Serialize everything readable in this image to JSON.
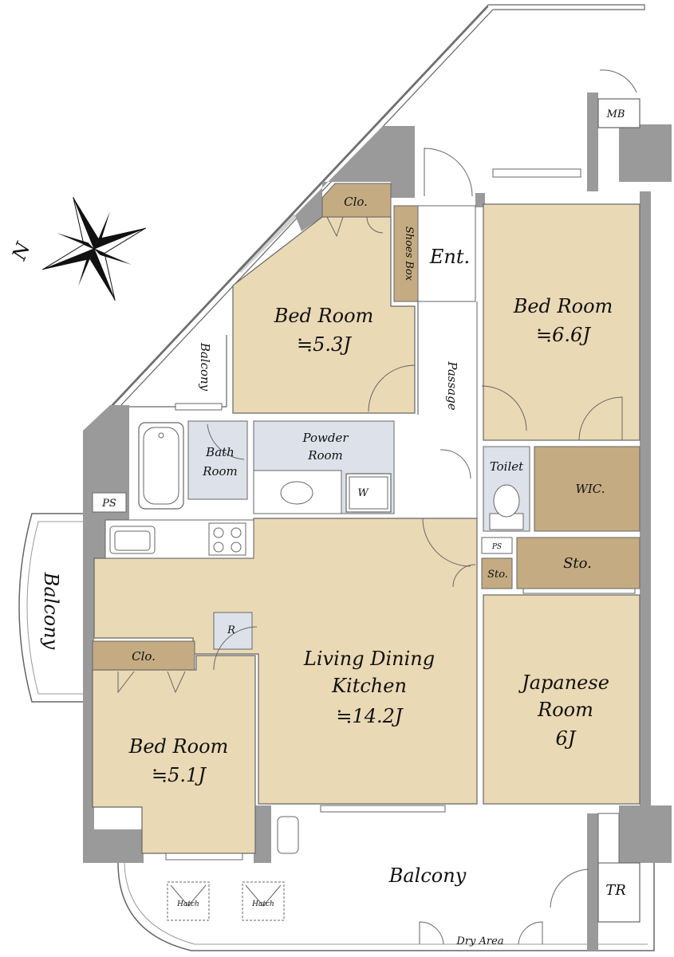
{
  "colors": {
    "room": "#ead9b5",
    "wet": "#dde1ea",
    "storage": "#c4ab82",
    "exterior": "#ffffff",
    "wall": "#9a9a9a",
    "line": "#666666"
  },
  "compass": {
    "label": "N",
    "icon": "compass-rose-icon"
  },
  "rooms": {
    "bed_ne": {
      "name": "Bed Room",
      "size": "≒6.6J"
    },
    "bed_nw": {
      "name": "Bed Room",
      "size": "≒5.3J"
    },
    "bed_sw": {
      "name": "Bed Room",
      "size": "≒5.1J"
    },
    "ldk": {
      "line1": "Living Dining",
      "line2": "Kitchen",
      "size": "≒14.2J"
    },
    "japanese": {
      "line1": "Japanese",
      "line2": "Room",
      "size": "6J"
    },
    "bath": {
      "line1": "Bath",
      "line2": "Room"
    },
    "powder": {
      "line1": "Powder",
      "line2": "Room"
    },
    "toilet": "Toilet",
    "wic": "WIC.",
    "sto_big": "Sto.",
    "sto_small": "Sto.",
    "clo_nw": "Clo.",
    "clo_sw": "Clo.",
    "shoes_box": "Shoes Box",
    "entrance": "Ent.",
    "passage": "Passage",
    "mb": "MB",
    "tr": "TR",
    "ps_west": "PS",
    "ps_center": "PS",
    "washer": "W",
    "fridge": "R",
    "balcony_south": "Balcony",
    "balcony_west": "Balcony",
    "balcony_nw": "Balcony",
    "dry_area": "Dry Area",
    "hatch1": "Hatch",
    "hatch2": "Hatch"
  }
}
